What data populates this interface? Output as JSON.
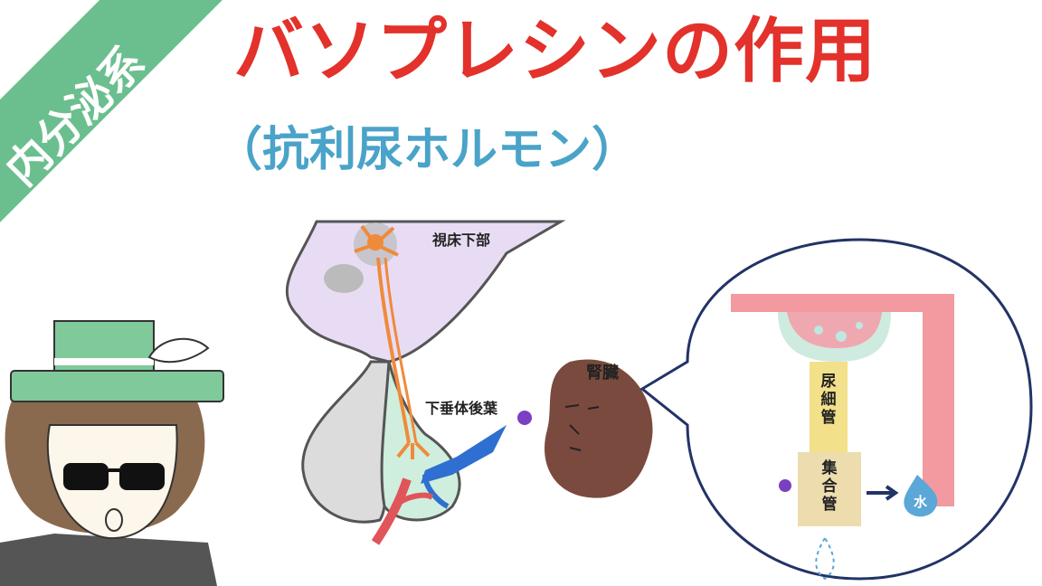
{
  "banner": {
    "text": "内分泌系"
  },
  "title": "バソプレシンの作用",
  "subtitle": "（抗利尿ホルモン）",
  "labels": {
    "hypothalamus": "視床下部",
    "posterior_pituitary": "下垂体後葉",
    "kidney": "腎臓",
    "renal_tubule": "尿細管",
    "collecting_duct": "集合管",
    "water": "水"
  },
  "colors": {
    "title": "#e3312b",
    "subtitle": "#4aa3c8",
    "banner": "#6bbf8e",
    "hypothalamus": "#e8dcf5",
    "neuron": "#f08a3a",
    "kidney": "#7a4a3e",
    "tubule": "#f29aa0",
    "collecting": "#ecdcae",
    "water": "#5aa7d8"
  }
}
